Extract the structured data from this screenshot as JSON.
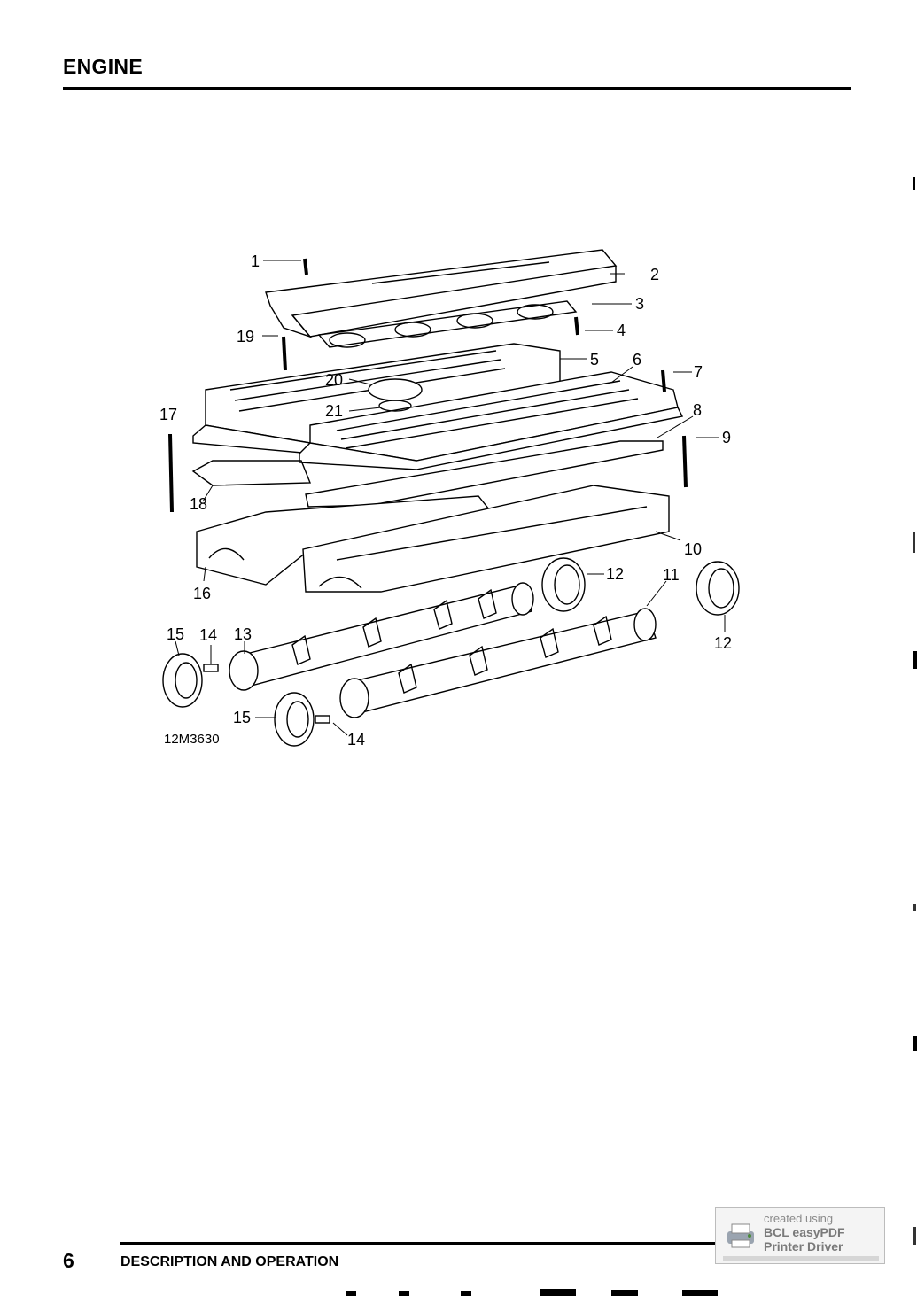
{
  "header": {
    "section_title": "ENGINE"
  },
  "figure": {
    "reference": "12M3630",
    "callouts": [
      {
        "label": "1"
      },
      {
        "label": "2"
      },
      {
        "label": "3"
      },
      {
        "label": "4"
      },
      {
        "label": "5"
      },
      {
        "label": "6"
      },
      {
        "label": "7"
      },
      {
        "label": "8"
      },
      {
        "label": "9"
      },
      {
        "label": "10"
      },
      {
        "label": "11"
      },
      {
        "label": "12"
      },
      {
        "label": "12"
      },
      {
        "label": "13"
      },
      {
        "label": "14"
      },
      {
        "label": "14"
      },
      {
        "label": "15"
      },
      {
        "label": "15"
      },
      {
        "label": "16"
      },
      {
        "label": "17"
      },
      {
        "label": "18"
      },
      {
        "label": "19"
      },
      {
        "label": "20"
      },
      {
        "label": "21"
      }
    ]
  },
  "footer": {
    "page_number": "6",
    "title": "DESCRIPTION AND OPERATION"
  },
  "watermark": {
    "line1": "created using",
    "line2": "BCL easyPDF",
    "line3": "Printer Driver"
  }
}
